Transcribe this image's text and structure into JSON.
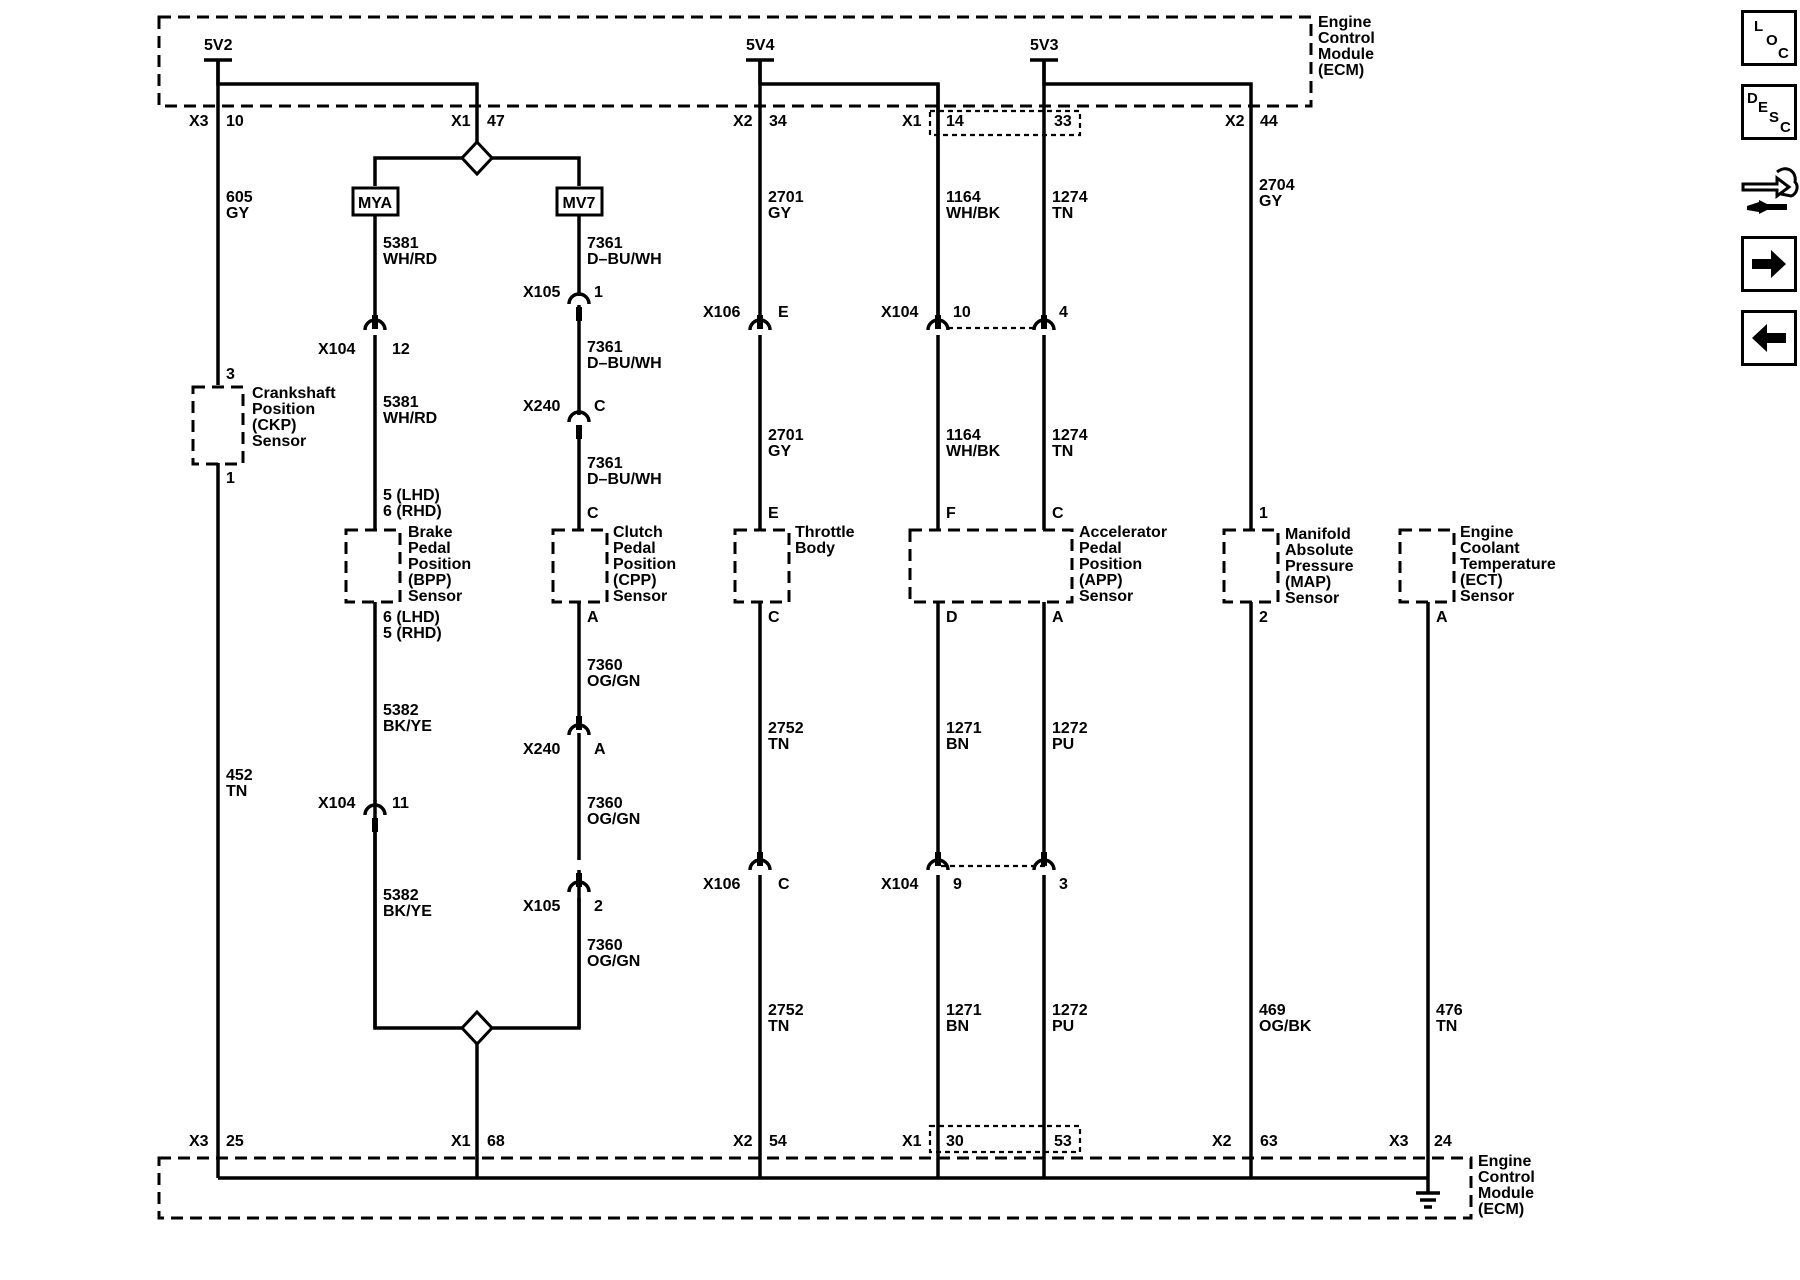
{
  "ecm": {
    "top_label": [
      "Engine",
      "Control",
      "Module",
      "(ECM)"
    ],
    "bottom_label": [
      "Engine",
      "Control",
      "Module",
      "(ECM)"
    ]
  },
  "references": {
    "r5v2": "5V2",
    "r5v4": "5V4",
    "r5v3": "5V3"
  },
  "pins_top": {
    "x3": "X3",
    "x3_pin": "10",
    "x1": "X1",
    "x1_pin": "47",
    "x2a": "X2",
    "x2a_pin": "34",
    "x1b": "X1",
    "x1b_pin": "14",
    "x1b_pin2": "33",
    "x2b": "X2",
    "x2b_pin": "44"
  },
  "pins_bottom": {
    "x3": "X3",
    "x3_pin": "25",
    "x1": "X1",
    "x1_pin": "68",
    "x2": "X2",
    "x2_pin": "54",
    "x1b": "X1",
    "x1b_pin": "30",
    "x1b_pin2": "53",
    "x2b": "X2",
    "x2b_pin": "63",
    "x3b": "X3",
    "x3b_pin": "24"
  },
  "splices": {
    "mya": "MYA",
    "mv7": "MV7"
  },
  "wires": {
    "w605": [
      "605",
      "GY"
    ],
    "w452": [
      "452",
      "TN"
    ],
    "w5381a": [
      "5381",
      "WH/RD"
    ],
    "w5381b": [
      "5381",
      "WH/RD"
    ],
    "w5382a": [
      "5382",
      "BK/YE"
    ],
    "w5382b": [
      "5382",
      "BK/YE"
    ],
    "w7361a": [
      "7361",
      "D–BU/WH"
    ],
    "w7361b": [
      "7361",
      "D–BU/WH"
    ],
    "w7361c": [
      "7361",
      "D–BU/WH"
    ],
    "w7360a": [
      "7360",
      "OG/GN"
    ],
    "w7360b": [
      "7360",
      "OG/GN"
    ],
    "w7360c": [
      "7360",
      "OG/GN"
    ],
    "w2701a": [
      "2701",
      "GY"
    ],
    "w2701b": [
      "2701",
      "GY"
    ],
    "w2752a": [
      "2752",
      "TN"
    ],
    "w2752b": [
      "2752",
      "TN"
    ],
    "w1164a": [
      "1164",
      "WH/BK"
    ],
    "w1164b": [
      "1164",
      "WH/BK"
    ],
    "w1274a": [
      "1274",
      "TN"
    ],
    "w1274b": [
      "1274",
      "TN"
    ],
    "w1271a": [
      "1271",
      "BN"
    ],
    "w1271b": [
      "1271",
      "BN"
    ],
    "w1272a": [
      "1272",
      "PU"
    ],
    "w1272b": [
      "1272",
      "PU"
    ],
    "w2704": [
      "2704",
      "GY"
    ],
    "w469": [
      "469",
      "OG/BK"
    ],
    "w476": [
      "476",
      "TN"
    ]
  },
  "inline_connectors": {
    "x104_12": [
      "X104",
      "12"
    ],
    "x104_11": [
      "X104",
      "11"
    ],
    "x105_1": [
      "X105",
      "1"
    ],
    "x240_c": [
      "X240",
      "C"
    ],
    "x240_a": [
      "X240",
      "A"
    ],
    "x105_2": [
      "X105",
      "2"
    ],
    "x106_e": [
      "X106",
      "E"
    ],
    "x106_c": [
      "X106",
      "C"
    ],
    "x104_10": [
      "X104",
      "10"
    ],
    "x104_4": "4",
    "x104_9": [
      "X104",
      "9"
    ],
    "x104_3": "3"
  },
  "components": {
    "ckp": {
      "label": [
        "Crankshaft",
        "Position",
        "(CKP)",
        "Sensor"
      ],
      "pin_top": "3",
      "pin_bottom": "1"
    },
    "bpp": {
      "label": [
        "Brake",
        "Pedal",
        "Position",
        "(BPP)",
        "Sensor"
      ],
      "pin_top": [
        "5 (LHD)",
        "6 (RHD)"
      ],
      "pin_bottom": [
        "6 (LHD)",
        "5 (RHD)"
      ]
    },
    "cpp": {
      "label": [
        "Clutch",
        "Pedal",
        "Position",
        "(CPP)",
        "Sensor"
      ],
      "pin_top": "C",
      "pin_bottom": "A"
    },
    "throttle": {
      "label": [
        "Throttle",
        "Body"
      ],
      "pin_top": "E",
      "pin_bottom": "C"
    },
    "app": {
      "label": [
        "Accelerator",
        "Pedal",
        "Position",
        "(APP)",
        "Sensor"
      ],
      "pin_top_f": "F",
      "pin_top_c": "C",
      "pin_bottom_d": "D",
      "pin_bottom_a": "A"
    },
    "map": {
      "label": [
        "Manifold",
        "Absolute",
        "Pressure",
        "(MAP)",
        "Sensor"
      ],
      "pin_top": "1",
      "pin_bottom": "2"
    },
    "ect": {
      "label": [
        "Engine",
        "Coolant",
        "Temperature",
        "(ECT)",
        "Sensor"
      ],
      "pin_bottom": "A"
    }
  },
  "sidebar": {
    "loc": [
      "L",
      "O",
      "C"
    ],
    "desc": [
      "D",
      "E",
      "S",
      "C"
    ],
    "icons": [
      "connector-end-view-icon",
      "arrow-right-icon",
      "arrow-left-icon"
    ]
  }
}
